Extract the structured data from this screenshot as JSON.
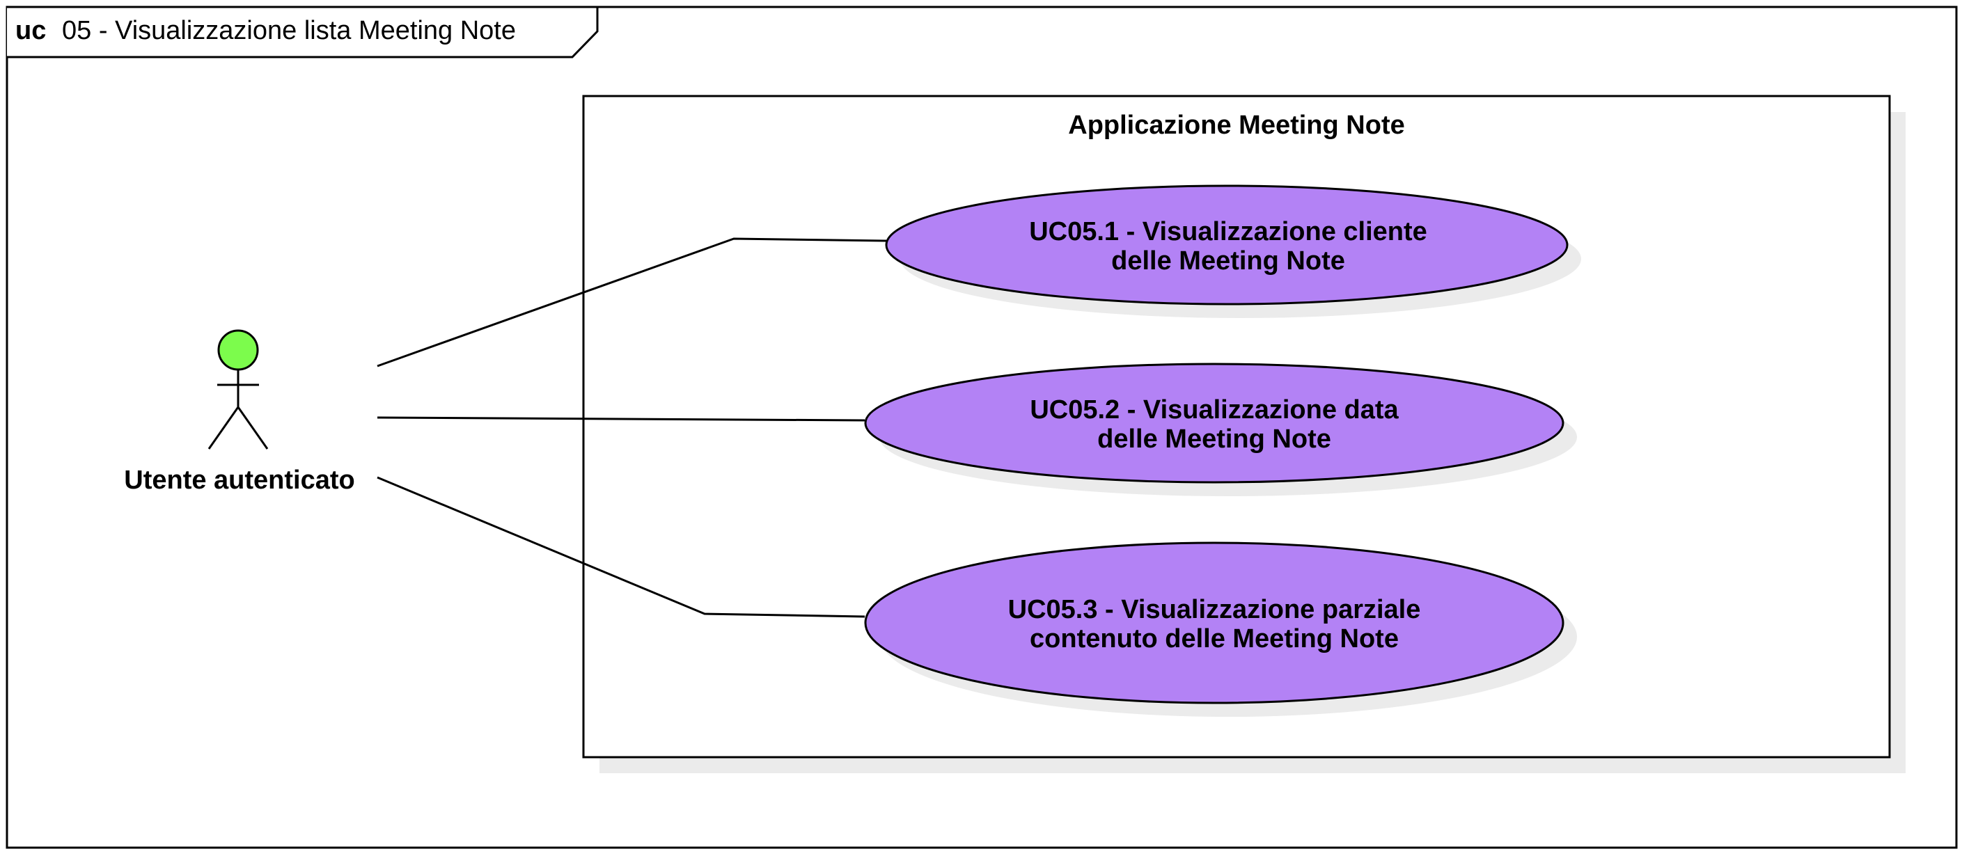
{
  "frame": {
    "keyword": "uc",
    "title": "05 - Visualizzazione lista Meeting Note"
  },
  "system_boundary": {
    "title": "Applicazione Meeting Note"
  },
  "actor": {
    "name": "Utente autenticato",
    "head_color": "#7CFC4C"
  },
  "use_cases": [
    {
      "line1": "UC05.1 - Visualizzazione cliente",
      "line2": "delle Meeting Note"
    },
    {
      "line1": "UC05.2 - Visualizzazione data",
      "line2": "delle Meeting Note"
    },
    {
      "line1": "UC05.3 - Visualizzazione parziale",
      "line2": "contenuto delle Meeting Note"
    }
  ],
  "colors": {
    "use_case_fill": "#B382F5",
    "shadow": "#EBEBEB",
    "stroke": "#000000"
  }
}
